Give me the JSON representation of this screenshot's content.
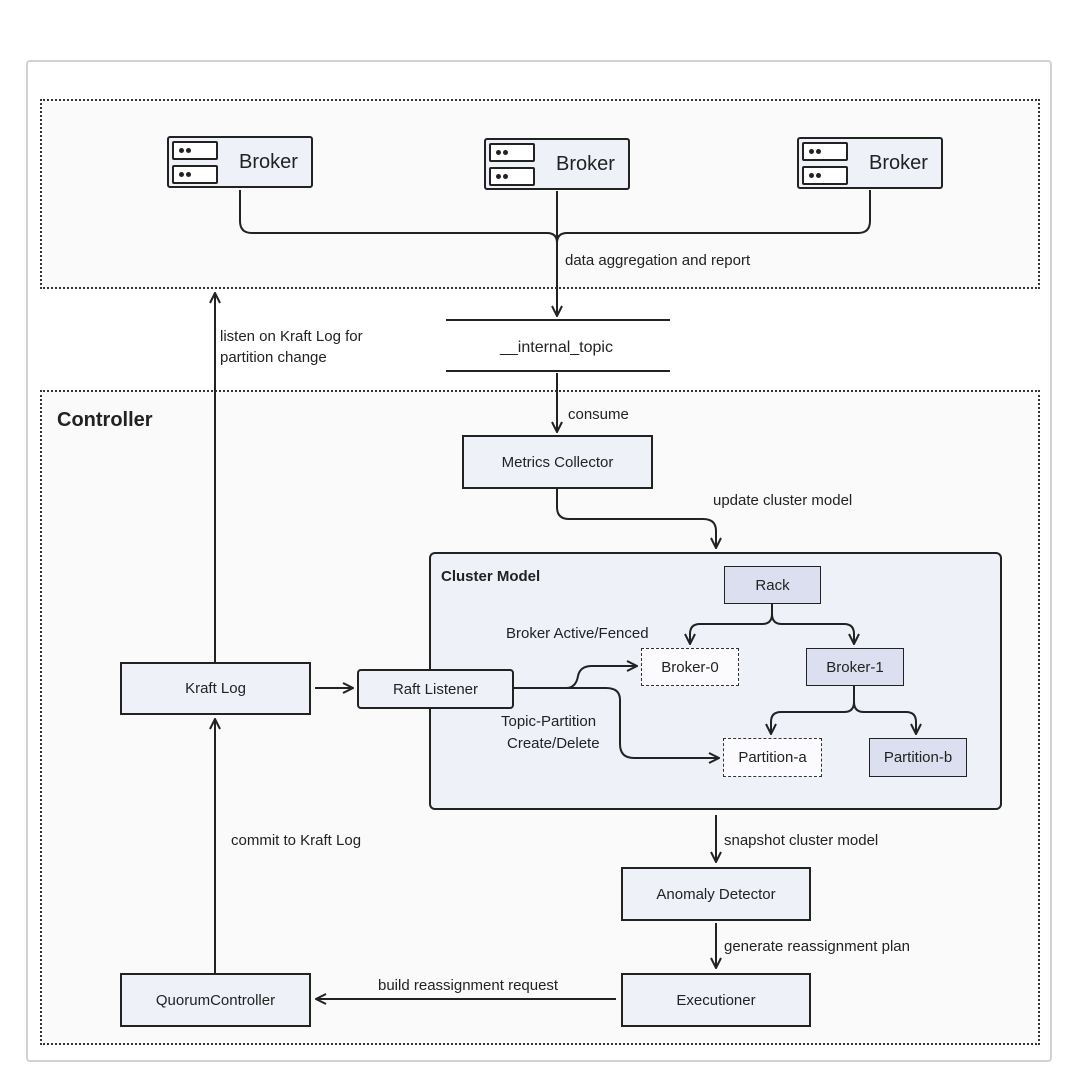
{
  "brokers": [
    "Broker",
    "Broker",
    "Broker"
  ],
  "topic": "__internal_topic",
  "controller_title": "Controller",
  "metrics_collector": "Metrics Collector",
  "cluster_model": {
    "title": "Cluster Model",
    "rack": "Rack",
    "broker0": "Broker-0",
    "broker1": "Broker-1",
    "partition_a": "Partition-a",
    "partition_b": "Partition-b"
  },
  "kraft_log": "Kraft Log",
  "raft_listener": "Raft Listener",
  "anomaly_detector": "Anomaly Detector",
  "executioner": "Executioner",
  "quorum_controller": "QuorumController",
  "labels": {
    "data_aggregation": "data aggregation and report",
    "listen_line1": "listen on Kraft Log for",
    "listen_line2": "partition change",
    "consume": "consume",
    "update_cluster_model": "update cluster model",
    "broker_active_fenced": "Broker Active/Fenced",
    "topic_partition": "Topic-Partition",
    "create_delete": "Create/Delete",
    "snapshot": "snapshot cluster model",
    "commit": "commit to Kraft Log",
    "generate_plan": "generate reassignment plan",
    "build_request": "build reassignment request"
  },
  "colors": {
    "box_fill": "#eef2f8",
    "dark_fill": "#dcdff0",
    "stroke": "#222222"
  }
}
